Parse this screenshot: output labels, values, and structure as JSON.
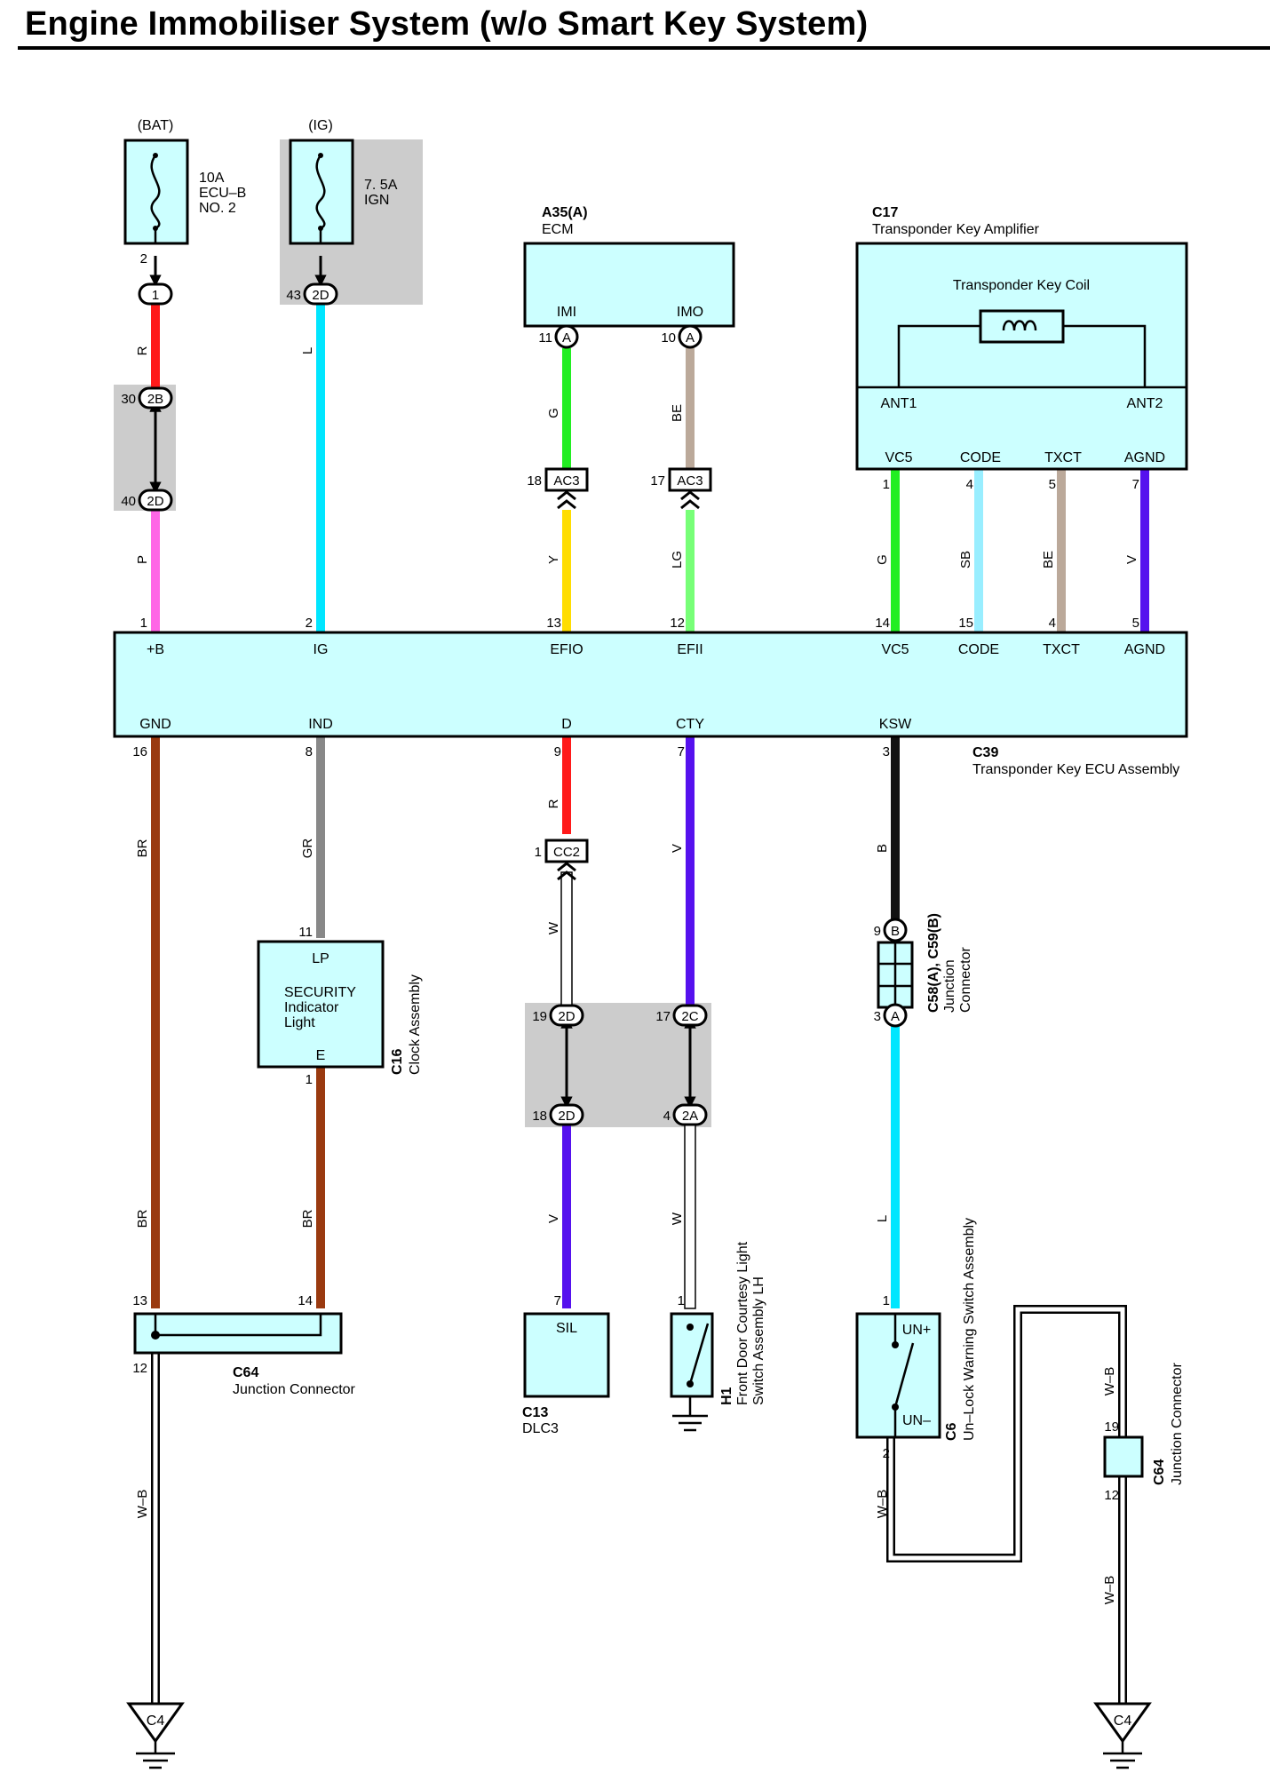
{
  "title": "Engine Immobiliser System (w/o Smart Key System)",
  "colors": {
    "box_fill": "#ccffff",
    "shade": "#cccccc",
    "R": "#ff1a1a",
    "L": "#00e6ff",
    "P": "#ff66e6",
    "G": "#22ee22",
    "BE": "#bba99a",
    "Y": "#ffdd00",
    "LG": "#77ff77",
    "SB": "#99eeff",
    "V": "#5511ee",
    "BR": "#9a3a10",
    "GR": "#888888",
    "B": "#111111",
    "W": "#ffffff"
  },
  "fuses": {
    "bat": {
      "source": "(BAT)",
      "rating": "10A",
      "name1": "ECU–B",
      "name2": "NO. 2"
    },
    "ig": {
      "source": "(IG)",
      "rating": "7. 5A",
      "name1": "IGN"
    }
  },
  "ecm": {
    "code": "A35(A)",
    "name": "ECM",
    "pin_imi": "IMI",
    "pin_imo": "IMO"
  },
  "amplifier": {
    "code": "C17",
    "name": "Transponder Key Amplifier",
    "coil": "Transponder Key Coil",
    "pins": [
      "ANT1",
      "ANT2",
      "VC5",
      "CODE",
      "TXCT",
      "AGND"
    ]
  },
  "ecu": {
    "code": "C39",
    "name": "Transponder Key ECU Assembly",
    "top_pins": [
      "+B",
      "IG",
      "EFIO",
      "EFII",
      "VC5",
      "CODE",
      "TXCT",
      "AGND"
    ],
    "bottom_pins": [
      "GND",
      "IND",
      "D",
      "CTY",
      "KSW"
    ]
  },
  "connectors": {
    "n1": "1",
    "n2D": "2D",
    "n2B": "2B",
    "nA": "A",
    "nB": "B",
    "n2C": "2C",
    "n2A": "2A",
    "ac3": "AC3",
    "cc2": "CC2"
  },
  "pins": {
    "p2": "2",
    "p43": "43",
    "p30": "30",
    "p40": "40",
    "p1": "1",
    "p11": "11",
    "p10": "10",
    "p18": "18",
    "p17": "17",
    "p13": "13",
    "p12": "12",
    "p14": "14",
    "p15": "15",
    "p4": "4",
    "p5": "5",
    "p7": "7",
    "p16": "16",
    "p8": "8",
    "p9": "9",
    "p3": "3",
    "p19": "19"
  },
  "wire_colors": [
    "R",
    "L",
    "P",
    "G",
    "BE",
    "Y",
    "LG",
    "SB",
    "V",
    "BR",
    "GR",
    "B",
    "W",
    "W–B"
  ],
  "clock": {
    "code": "C16",
    "name": "Clock Assembly",
    "pin_lp": "LP",
    "pin_e": "E",
    "line1": "SECURITY",
    "line2": "Indicator",
    "line3": "Light"
  },
  "junction_c58": {
    "code": "C58(A), C59(B)",
    "name1": "Junction",
    "name2": "Connector"
  },
  "junction_c64": {
    "code": "C64",
    "name": "Junction Connector"
  },
  "dlc3": {
    "code": "C13",
    "name": "DLC3",
    "pin": "SIL"
  },
  "door_switch": {
    "code": "H1",
    "name1": "Front Door Courtesy Light",
    "name2": "Switch Assembly LH"
  },
  "unlock_switch": {
    "code": "C6",
    "name": "Un–Lock Warning Switch Assembly",
    "pin_plus": "UN+",
    "pin_minus": "UN–"
  },
  "ground": "C4"
}
